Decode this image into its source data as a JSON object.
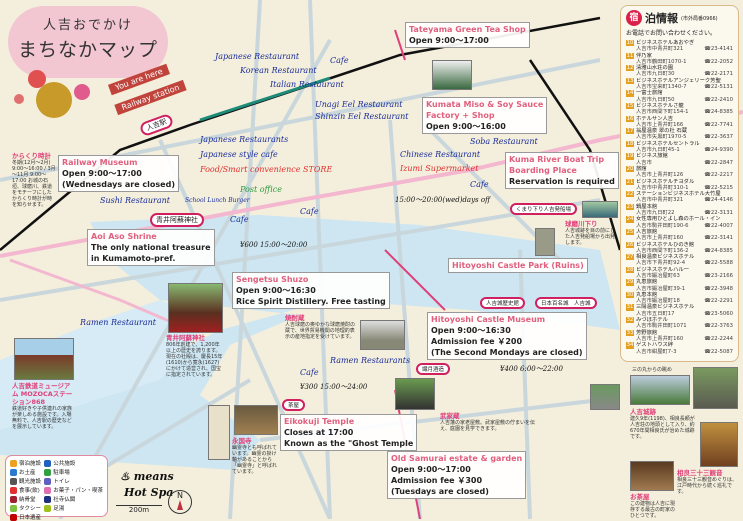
{
  "title": {
    "line1": "人吉おでかけ",
    "line2": "まちなかマップ"
  },
  "here": {
    "you_are_here": "You are here",
    "railway_station": "Railway station",
    "station_tag": "人吉駅"
  },
  "boxes": {
    "tea": {
      "title": "Tateyama Green Tea Shop",
      "l1": "Open 9:00～17:00"
    },
    "miso": {
      "title": "Kumata  Miso & Soy Sauce",
      "l1": "Factory + Shop",
      "l2": "Open 9:00～16:00"
    },
    "railmuseum": {
      "title": "Railway Museum",
      "l1": "Open 9:00～17:00",
      "l2": "(Wednesdays are closed)"
    },
    "shrine": {
      "title": "Aoi Aso Shrine",
      "l1": "The only national treasure",
      "l2": "in Kumamoto-pref."
    },
    "sengetsu": {
      "title": "Sengetsu Shuzo",
      "l1": "Open 9:00～16:30",
      "l2": "Rice Spirit Distillery.  Free tasting"
    },
    "castlemuseum": {
      "title": "Hitoyoshi Castle Museum",
      "l1": "Open 9:00～16:30",
      "l2": "Admission fee ￥200",
      "l3": "(The Second Mondays are closed)"
    },
    "castlepark": {
      "title": "Hitoyoshi Castle Park (Ruins)"
    },
    "boat": {
      "title": "Kuma River Boat Trip Boarding Place",
      "l1": "Reservation is required"
    },
    "eikokuji": {
      "title": "Eikokuji Temple",
      "l1": "Closes at 17:00",
      "l2": "Known as the \"Ghost Temple"
    },
    "samurai": {
      "title": "Old Samurai estate & garden",
      "l1": "Open 9:00～17:00",
      "l2": "Admission fee ￥300",
      "l3": "(Tuesdays are closed)"
    }
  },
  "tags": [
    "青井阿蘇神社",
    "日本百名城　人吉城",
    "くまり下り人吉発船場",
    "人吉城歴史館",
    "繊月酒造",
    "茶屋"
  ],
  "handwritten": [
    "Japanese Restaurant",
    "Korean Restaurant",
    "Italian Restaurant",
    "Cafe",
    "Sushi Restaurant",
    "Japanese Restaurants",
    "Japanese style cafe",
    "Food/Smart convenience STORE",
    "Unagi Eel Restaurant",
    "Shinzin Eel Restaurant",
    "Soba Restaurant",
    "Chinese Restaurant",
    "Izumi Supermarket",
    "Post office",
    "Cafe",
    "Cafe",
    "Cafe",
    "Ramen Restaurant",
    "Ramen Restaurants",
    "Cafe",
    "School Lunch Burger",
    "¥600  15:00～20:00",
    "¥400  6:00～22:00",
    "¥300  15:00～24:00",
    "15:00～20:00(wed)days off"
  ],
  "hotspa": {
    "l1": "♨ means",
    "l2": "Hot Spa"
  },
  "scale": "200m",
  "compass": "N",
  "legend": [
    {
      "label": "宿泊施設",
      "color": "#f0a020"
    },
    {
      "label": "公共施設",
      "color": "#2060c0"
    },
    {
      "label": "お土産",
      "color": "#2a7ad0"
    },
    {
      "label": "駐車場",
      "color": "#30a040"
    },
    {
      "label": "観光施設",
      "color": "#555555"
    },
    {
      "label": "トイレ",
      "color": "#6060c0"
    },
    {
      "label": "食事(飲)",
      "color": "#e03030"
    },
    {
      "label": "お菓子・パン・喫茶",
      "color": "#e070b0"
    },
    {
      "label": "納骨堂",
      "color": "#a02030"
    },
    {
      "label": "社寺仏閣",
      "color": "#203080"
    },
    {
      "label": "タクシー",
      "color": "#80c040"
    },
    {
      "label": "足湯",
      "color": "#a0c020"
    },
    {
      "label": "日本遺産",
      "color": "#c00000"
    }
  ],
  "hotel": {
    "icon": "宿",
    "title": "泊情報",
    "code": "(市外局番0966)",
    "subtitle": "お電話でお問い合わせください。",
    "items": [
      {
        "n": "10",
        "name": "ビジネスホテルあおやぎ",
        "addr": "人吉市中青井町321",
        "tel": "☎23-4141"
      },
      {
        "n": "11",
        "name": "伴乃家",
        "addr": "人吉市鶴田町1070-1",
        "tel": "☎22-2052"
      },
      {
        "n": "12",
        "name": "清雅山水荘の園",
        "addr": "人吉市九日町30",
        "tel": "☎22-2171"
      },
      {
        "n": "13",
        "name": "ビジネスホテルアンジェリーク芳聖",
        "addr": "人吉市宝来町1340-7",
        "tel": "☎22-5131"
      },
      {
        "n": "14",
        "name": "一富士旅館",
        "addr": "人吉市九日町50",
        "tel": "☎22-2410"
      },
      {
        "n": "15",
        "name": "ビジネスホテルさ龍",
        "addr": "人吉市西間下町154-1",
        "tel": "☎24-8385"
      },
      {
        "n": "16",
        "name": "ホテルサン人吉",
        "addr": "人吉市上青井町166",
        "tel": "☎22-7741"
      },
      {
        "n": "17",
        "name": "翁屋温泉 翠の杜 石蔵",
        "addr": "人吉市矢黒町1970-5",
        "tel": "☎22-3637"
      },
      {
        "n": "18",
        "name": "ビジネスホテルセントラル",
        "addr": "人吉市九日町45-1",
        "tel": "☎24-9390"
      },
      {
        "n": "19",
        "name": "ビジネス旅館",
        "addr": "人吉市",
        "tel": "☎22-2847"
      },
      {
        "n": "20",
        "name": "旅館",
        "addr": "人吉市上青井町126",
        "tel": "☎22-2217"
      },
      {
        "n": "21",
        "name": "ビジネスホテルチヨダル",
        "addr": "人吉市中青井町310-1",
        "tel": "☎22-5215"
      },
      {
        "n": "22",
        "name": "ステーションビジネスホテル大竹屋",
        "addr": "人吉市中青井町321",
        "tel": "☎24-4146"
      },
      {
        "n": "23",
        "name": "鍋屋本館",
        "addr": "人吉市九日町22",
        "tel": "☎22-3131"
      },
      {
        "n": "24",
        "name": "女性専用ひとよし森のホール・イン",
        "addr": "人吉市駒井田町190-6",
        "tel": "☎22-4007"
      },
      {
        "n": "25",
        "name": "人吉旅館",
        "addr": "人吉市上青井町160",
        "tel": "☎22-3141"
      },
      {
        "n": "26",
        "name": "ビジネスホテルひのき館",
        "addr": "人吉市西間下町136-2",
        "tel": "☎24-8385"
      },
      {
        "n": "27",
        "name": "相良温泉ビジネスホテル",
        "addr": "人吉市下青井町92-4",
        "tel": "☎22-5588"
      },
      {
        "n": "28",
        "name": "ビジネスホテルハル一",
        "addr": "人吉市鍛冶屋町63",
        "tel": "☎23-2166"
      },
      {
        "n": "29",
        "name": "丸恵旅館",
        "addr": "人吉市鍛冶屋町39-1",
        "tel": "☎22-3948"
      },
      {
        "n": "30",
        "name": "丸恵本館",
        "addr": "人吉市鍛冶屋町18",
        "tel": "☎22-2291"
      },
      {
        "n": "31",
        "name": "三陽温泉ビジネスホテル",
        "addr": "人吉市五日町17",
        "tel": "☎23-5060"
      },
      {
        "n": "32",
        "name": "みづほホテル",
        "addr": "人吉市駒井田町1071",
        "tel": "☎22-3763"
      },
      {
        "n": "33",
        "name": "芳野旅館",
        "addr": "人吉市上青井町160",
        "tel": "☎22-2244"
      },
      {
        "n": "34",
        "name": "ゲストハウス絆",
        "addr": "人吉市紺屋町7-3",
        "tel": "☎22-5087"
      }
    ]
  },
  "descs": {
    "karakuri": {
      "h": "からくり時計",
      "t": "冬期(12月～2月) 9:00～16:00 / 3月～11月 9:00～17:00 お城の石垣、球磨川、鉄道をモチーフにしたからくり時計が時を知らせます。"
    },
    "aoi": {
      "h": "青井阿蘇神社",
      "t": "806年創建で、1,200年以上の歴史を誇ります。現在の社殿は、慶長15年(1610)から寛永(1627)にかけて造営され、国宝に指定されています。"
    },
    "museum": {
      "h": "人吉鉄道ミュージアム MOZOCAステーション868",
      "t": "鉄道好きや子供連れの家族が楽しめる施設です。入場無料で、人吉駅の歴史などを展示しています。"
    },
    "sengetsu": {
      "h": "焼酎蔵",
      "t": "人吉球磨の奥ゆかな球磨焼酎の蔵で、世界貿易機関の地理的表示の産地指定を受けています。"
    },
    "eikokuji": {
      "h": "永国寺",
      "t": "幽霊寺とも呼ばれています。幽霊の掛け軸があることから「幽霊寺」と呼ばれています。"
    },
    "samurai": {
      "h": "武家蔵",
      "t": "人吉藩の家老屋敷。武家屋敷の佇まいを伝え、庭園を見学できます。"
    },
    "castlesite": {
      "h": "人吉城跡",
      "t": "建久9年(1198)、相良長頼が人吉荘の地頭として入り、約670年間相良氏が治めた城跡です。"
    },
    "kannon": {
      "h": "相良三十三観音",
      "t": "相良三十三観音めぐりは、江戸時代から続く巡礼です。"
    },
    "oryo": {
      "h": "お茶屋",
      "t": "この建物は人吉に現存する最古の町家のひとつです。"
    },
    "kumagawa": {
      "h": "球磨川下り",
      "t": "人吉城跡を目の前にした人吉発船場から出発します。"
    },
    "viewpoint": "三の丸からの眺め"
  },
  "colors": {
    "river": "#cde6f2",
    "road": "#c9d7dd",
    "main_road": "#f3b7cf",
    "rail": "#111111",
    "accent": "#e0607e",
    "hand_ink": "#1a2c9a"
  }
}
